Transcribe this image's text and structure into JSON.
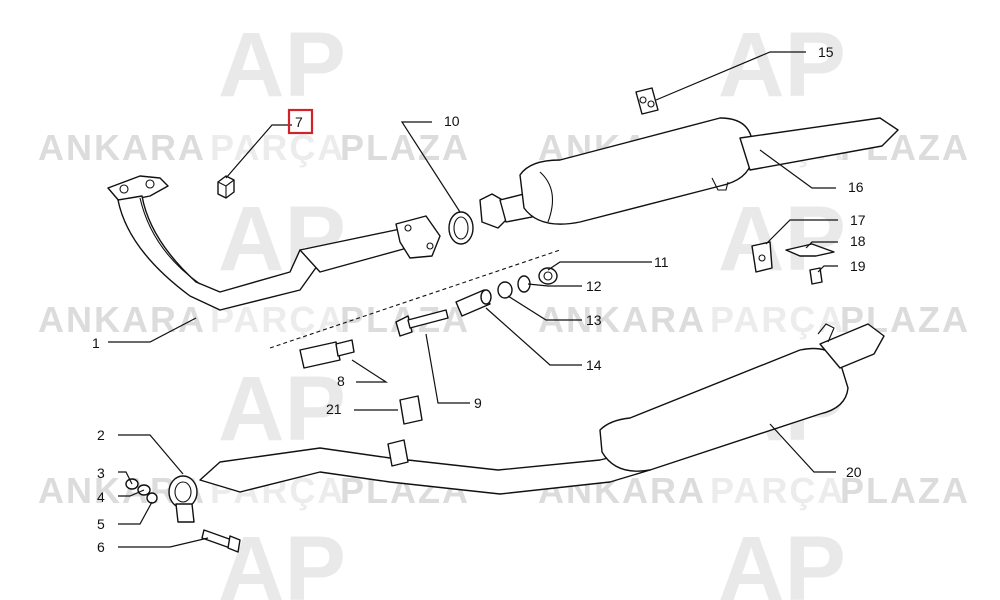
{
  "watermark": {
    "logo": "AP",
    "prefix": "ANKARA",
    "middle": "PARÇA",
    "suffix": "PLAZA",
    "logo_color": "#e9e9e9",
    "prefix_color": "#dcdcdc",
    "middle_color": "#ececec",
    "suffix_color": "#dcdcdc"
  },
  "highlight_color": "#d2232a",
  "labels": {
    "l1": "1",
    "l2": "2",
    "l3": "3",
    "l4": "4",
    "l5": "5",
    "l6": "6",
    "l7": "7",
    "l8": "8",
    "l9": "9",
    "l10": "10",
    "l11": "11",
    "l12": "12",
    "l13": "13",
    "l14": "14",
    "l15": "15",
    "l16": "16",
    "l17": "17",
    "l18": "18",
    "l19": "19",
    "l20": "20",
    "l21": "21"
  },
  "highlighted_part": "7"
}
